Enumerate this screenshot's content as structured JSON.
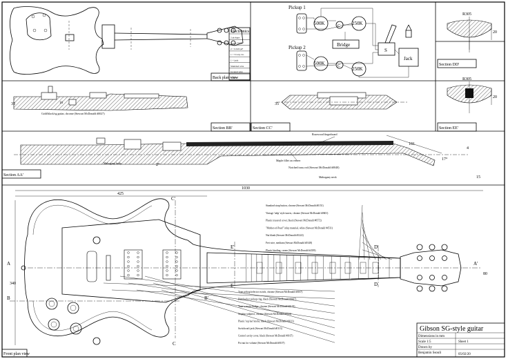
{
  "panels": {
    "back_plan": {
      "label": "Back plan view"
    },
    "section_bb": {
      "label": "Section BB'",
      "note": "Gold/black/sg guitar, chrome (Stewart McDonald #0027)"
    },
    "section_cc": {
      "label": "Section CC'"
    },
    "section_dd": {
      "label": "Section DD'",
      "dim_radius": "R305",
      "dim_depth": "20"
    },
    "section_ee": {
      "label": "Section EE'",
      "dim_radius": "R305",
      "dim_depth": "20"
    },
    "section_aa": {
      "label": "Section AA'",
      "notes": [
        "Rosewood fingerboard",
        "Maple fillet on veneer",
        "Mahogany neck",
        "Notched truss rod (Stewart McDonald #0040)",
        "Mahogany body"
      ],
      "dims": [
        "181",
        "17°",
        "4",
        "15",
        "2°"
      ]
    },
    "front_plan": {
      "label": "Front plan view"
    }
  },
  "electronics": {
    "title": "Electronics",
    "rows": [
      "2 pickups",
      "4 pots 500K",
      "2 × 0.022 µF",
      "1 × 3-way sw.",
      "1 × jack",
      "Shielded wire",
      "Ground wire",
      "Solder"
    ]
  },
  "wiring": {
    "pickup1": "Pickup 1",
    "pickup2": "Pickup 2",
    "bridge": "Bridge",
    "jack": "Jack",
    "switch": "S",
    "pot_labels": [
      "500K",
      "250K",
      "500K",
      "250K"
    ],
    "cap_label": "C"
  },
  "front_callouts": [
    "Standard strap button, chrome (Stewart McDonald #0151)",
    "Vintage 'tulip' style tuners, chrome (Stewart McDonald #0601)",
    "Plastic trussrod cover, black (Stewart McDonald #0572)",
    "\"Mother-of-Pearl\" inlay material, white (Stewart McDonald #4511)",
    "Nut blank (Stewart McDonald #5222)",
    "Fret wire, medium (Stewart McDonald #0148)",
    "Plastic binding, cream (Stewart McDonald #4339)",
    "Tone pickup/selector switch, chrome (Stewart McDonald #0167)",
    "Humbucker pickup ring, black (Stewart McDonald #0437)",
    "Tune-o-matic bridge, chrome (Stewart McDonald #0135)",
    "Stopbar tailpiece, chrome (Stewart McDonald #0143)",
    "Plastic 'top hat' knobs, black (Stewart McDonald #0311)",
    "Switchcraft jack (Stewart McDonald #0113)",
    "Control cavity cover, black (Stewart McDonald #0167)",
    "Pot nut for volume (Stewart McDonald #0107)"
  ],
  "dimensions": {
    "overall_length": "1030",
    "body_length": "425",
    "body_width": "340",
    "headstock_width": "80"
  },
  "section_markers": {
    "a": "A",
    "a_prime": "A'",
    "b": "B",
    "b_prime": "B'",
    "c": "C",
    "c_prime": "C'",
    "d": "D",
    "d_prime": "D'",
    "e": "E",
    "e_prime": "E'"
  },
  "title_block": {
    "title": "Gibson SG-style guitar",
    "rows": [
      "Dimensions in mm",
      "Scale 1:5",
      "Drawn by",
      "Sheet 1"
    ],
    "author": "Benjamin Ssouli",
    "date": "05/02/20"
  }
}
